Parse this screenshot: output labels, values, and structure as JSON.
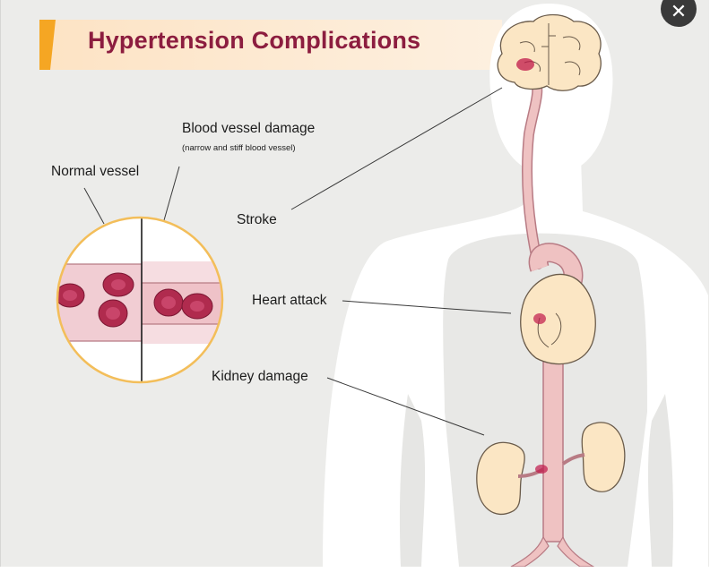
{
  "title": "Hypertension Complications",
  "labels": {
    "blood_vessel_damage": "Blood vessel damage",
    "blood_vessel_damage_note": "(narrow and stiff blood vessel)",
    "normal_vessel": "Normal vessel",
    "stroke": "Stroke",
    "heart_attack": "Heart attack",
    "kidney_damage": "Kidney damage"
  },
  "controls": {
    "close_icon": "close-icon",
    "close_glyph": "✕"
  },
  "colors": {
    "title": "#8c1d3f",
    "banner_accent": "#f5a623",
    "banner_fill": "#fde8cf",
    "organ": "#fbe6c4",
    "artery": "#efc2c2",
    "blood_cell": "#b02b4e",
    "damage": "#c0184a",
    "lens_border": "#f3be5a"
  }
}
